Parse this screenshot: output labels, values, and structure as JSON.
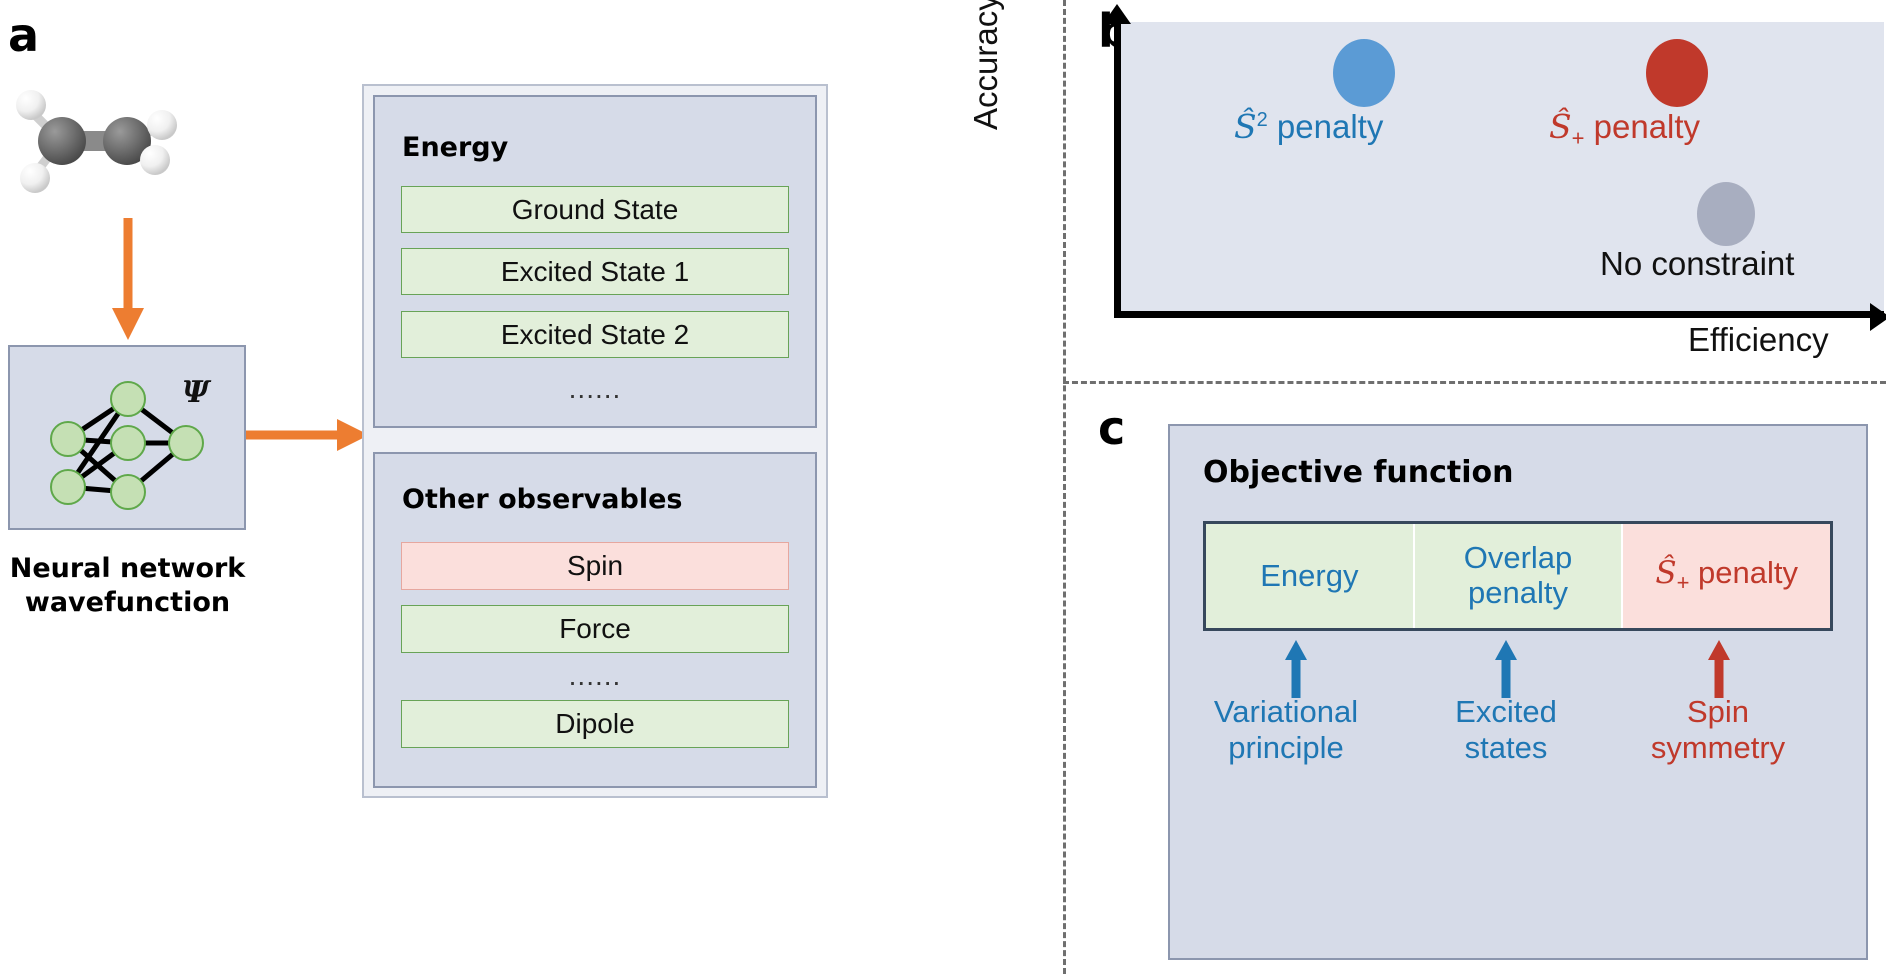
{
  "panels": {
    "a": {
      "letter": "a"
    },
    "b": {
      "letter": "b"
    },
    "c": {
      "letter": "c"
    }
  },
  "panel_a": {
    "molecule_name": "ethylene-molecule",
    "network": {
      "psi_label": "Ψ",
      "caption_line1": "Neural network",
      "caption_line2": "wavefunction"
    },
    "energy_group": {
      "title": "Energy",
      "items": [
        "Ground State",
        "Excited State 1",
        "Excited State 2"
      ],
      "ellipsis": "......"
    },
    "observables_group": {
      "title": "Other observables",
      "items": [
        {
          "label": "Spin",
          "color": "pink"
        },
        {
          "label": "Force",
          "color": "green"
        },
        {
          "label": "Dipole",
          "color": "green"
        }
      ],
      "ellipsis": "......"
    }
  },
  "chart_data": {
    "type": "scatter",
    "title": "",
    "xlabel": "Efficiency",
    "ylabel": "Accuracy",
    "xlim": [
      0,
      1
    ],
    "ylim": [
      0,
      1
    ],
    "grid": false,
    "legend": "none",
    "axes_style": "arrow-axes-unlabeled-ticks",
    "points": [
      {
        "name": "Ŝ² penalty",
        "x": 0.26,
        "y": 0.84,
        "color": "#5b9bd5",
        "label_color": "#1f77b4",
        "label_position": "below"
      },
      {
        "name": "Ŝ₊ penalty",
        "x": 0.66,
        "y": 0.84,
        "color": "#c0392b",
        "label_color": "#c0392b",
        "label_position": "below"
      },
      {
        "name": "No constraint",
        "x": 0.73,
        "y": 0.36,
        "color": "#a8aec0",
        "label_color": "#111111",
        "label_position": "below"
      }
    ]
  },
  "panel_c": {
    "title": "Objective function",
    "terms": [
      {
        "label": "Energy",
        "color": "green"
      },
      {
        "label": "Overlap\npenalty",
        "color": "green"
      },
      {
        "label": "Ŝ₊ penalty",
        "color": "pink"
      }
    ],
    "term_labels": {
      "energy": "Energy",
      "overlap_line1": "Overlap",
      "overlap_line2": "penalty",
      "splus": "Ŝ₊ penalty"
    },
    "footnotes": [
      {
        "line1": "Variational",
        "line2": "principle",
        "color": "#1f77b4"
      },
      {
        "line1": "Excited",
        "line2": "states",
        "color": "#1f77b4"
      },
      {
        "line1": "Spin",
        "line2": "symmetry",
        "color": "#c0392b"
      }
    ]
  },
  "colors": {
    "panel_bg": "#d6dbe8",
    "plot_bg": "#e0e4ee",
    "green_item": "#e2efda",
    "pink_item": "#fbdfdc",
    "orange_arrow": "#ED7D31",
    "blue_accent": "#1f77b4",
    "red_accent": "#c0392b",
    "node_green": "#c5e0b4"
  }
}
